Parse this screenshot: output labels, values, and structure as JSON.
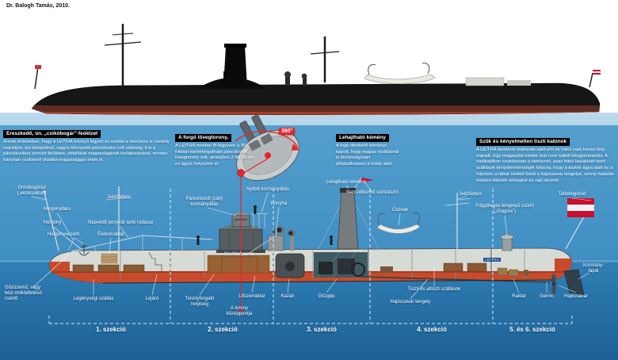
{
  "credit": "Dr. Balogh Tamás, 2010.",
  "chip_360": "360°",
  "colors": {
    "accent_red": "#e8232a",
    "hull_waterline_red": "#c64b2d",
    "sea_top": "#549fcd",
    "sea_bottom": "#1c6095",
    "flag_red": "#c8102e",
    "box_header_bg": "#000000"
  },
  "info_boxes": [
    {
      "header": "Ereszkedő, ún. „csikóbogár”-fedélzet",
      "body": "Annak érdekében, hogy a LEITHA könnyű legyen és ezáltal a merülése is csekély maradjon, kis kiterjedésű, vagyis könnyebb páncélzatra volt szükség. Ezt a páncélozásra szoruló felületek, oldalfalak magasságának korlátozásával, minden irányban csökkenő oldalfal-magassággal érték el."
    },
    {
      "header": "A forgó lövegtorony,",
      "body": "A LEITHA monitor fő fegyvere a 360 fokban körbeforgatható páncélozott lövegtorony volt, amelyben 2 db 15 cm-es ágyút helyeztek el."
    },
    {
      "header": "Lehajtható kémény",
      "body": "A hajó dönthető kéményt kapott, hogy magas vízállásnál is biztonságosan áthaladhasson a hidak alatt."
    },
    {
      "header": "Szűk és kényelmetlen tiszti kabinok",
      "body": "A LEITHA domború fedélzete alatt elöl és hátul csak kevés hely maradt. Egy magasabb ember már nem tudott felegyenesedni. A hadihajókon szokásosan a tatrészen, azaz hátul kialakított tiszti szállások kényelmetlenségét fokozta, hogy a tisztek ágya alatt és a folyosón a lábuk mellett futott a hajócsavar tengelye, amely haladás közben állandó remegést és zajt okozott."
    }
  ],
  "labels": [
    "Orrlobogórúd\n(„vezérpálca”)",
    "Jelzőárboc",
    "Horgonydaru",
    "Horgony",
    "Horgonyvezető",
    "Napvédő ponyvát tartó rudazat",
    "Élelemraktár",
    "Páncélozott (zárt)\nkormányállás",
    "Nyitott kormányállás",
    "Lehajtható kémény",
    "Konyha",
    "Nemzetiszínű szélzászló",
    "Csónak",
    "Jelzőárboc",
    "Függőleges tengelyű csörlő\n(„Gugora”)",
    "Tatlobogórúd",
    "Kormány-\nlapát",
    "Gőzüzemű, vagy\nkézi működtetésű\ncsörlő",
    "Legénységi szállás",
    "Lejáró",
    "Toronyforgató\nhelyiség",
    "A torony\nközéppontja",
    "Szellőzőaknák",
    "Lőszerraktár",
    "Kazán",
    "Gőzgép",
    "Tiszti és altiszti szállások",
    "Hajócsavar tengely",
    "Raktár",
    "Gerinc",
    "Hajócsavar",
    "LEITHA"
  ],
  "sections": [
    "1. szekció",
    "2. szekció",
    "3. szekció",
    "4. szekció",
    "5. és 6. szekció"
  ]
}
